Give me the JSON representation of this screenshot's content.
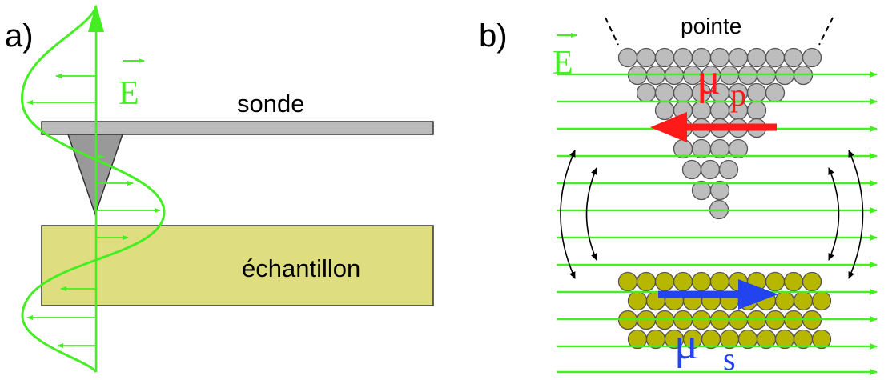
{
  "panel_a": {
    "label": "a)",
    "field_symbol": "E",
    "probe_label": "sonde",
    "sample_label": "échantillon"
  },
  "panel_b": {
    "label": "b)",
    "tip_label": "pointe",
    "field_symbol": "E",
    "tip_dipole_symbol": "μ",
    "tip_dipole_subscript": "p",
    "sample_dipole_symbol": "μ",
    "sample_dipole_subscript": "s"
  },
  "colors": {
    "field_green": "#44ee22",
    "probe_gray": "#bbbbbb",
    "atom_gray": "#bdbdbd",
    "sample_yellow": "#dede80",
    "sample_atom": "#b7b700",
    "tip_dipole_red": "#ff1a1a",
    "sample_dipole_blue": "#2244ee",
    "coupling_arrow": "#000000"
  }
}
